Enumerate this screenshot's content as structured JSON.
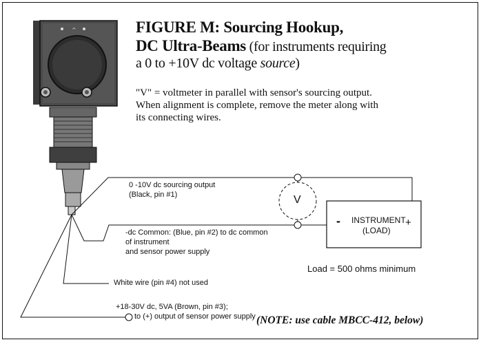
{
  "figure": {
    "title_line1": "FIGURE M: Sourcing Hookup,",
    "title_line2_bold": "DC Ultra-Beams",
    "title_line2_rest": " (for instruments requiring",
    "title_line3_pre": "a 0 to +10V dc voltage ",
    "title_line3_italic": "source",
    "title_line3_post": ")"
  },
  "description": {
    "line1": "\"V\" = voltmeter in parallel with sensor's sourcing output.",
    "line2": "When alignment is complete, remove the meter along with",
    "line3": "its connecting wires."
  },
  "wires": {
    "sourcing_output_line1": "0 -10V dc sourcing output",
    "sourcing_output_line2": "(Black, pin #1)",
    "common_line1": "-dc Common: (Blue, pin #2) to dc common",
    "common_line2": "of instrument",
    "common_line3": "and sensor power supply",
    "white_wire": "White wire (pin #4) not used",
    "power_line1": "+18-30V dc, 5VA  (Brown, pin #3);",
    "power_line2": "to (+) output of sensor power supply"
  },
  "instrument": {
    "label_line1": "INSTRUMENT",
    "label_line2": "(LOAD)",
    "minus": "-",
    "plus": "+"
  },
  "voltmeter": {
    "label": "V"
  },
  "load_note": "Load = 500 ohms minimum",
  "cable_note": "(NOTE: use cable MBCC-412, below)"
}
